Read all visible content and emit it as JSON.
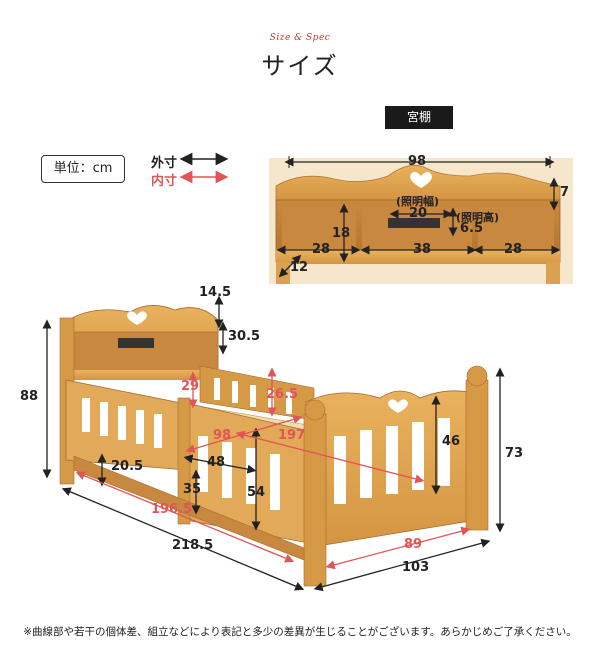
{
  "header": {
    "subtitle": "Size & Spec",
    "title": "サイズ"
  },
  "legend": {
    "unit_label": "単位：cm",
    "outer_label": "外寸",
    "inner_label": "内寸",
    "outer_color": "#222222",
    "inner_color": "#e05555"
  },
  "shelf": {
    "label": "宮棚",
    "dims": {
      "width": "98",
      "height": "7",
      "light_width_label": "(照明幅)",
      "light_width": "20",
      "light_height_label": "(照明高)",
      "light_height": "6.5",
      "inner_height": "18",
      "left": "28",
      "center": "38",
      "right": "28",
      "depth": "12"
    }
  },
  "bed": {
    "dims": {
      "headboard_top": "14.5",
      "shelf_height": "30.5",
      "total_height": "88",
      "guard_height_inner": "29",
      "rail_height_inner": "26.5",
      "inner_width": "98",
      "inner_length": "197",
      "gap": "48",
      "floor_clearance": "20.5",
      "under_height": "35",
      "side_height": "54",
      "inner_length_2": "196.5",
      "outer_length": "218.5",
      "footboard_inner": "89",
      "outer_width": "103",
      "footboard_rail": "46",
      "footboard_height": "73"
    }
  },
  "footnote": "※曲線部や若干の個体差、組立などにより表記と多少の差異が生じることがございます。あらかじめご了承ください。"
}
